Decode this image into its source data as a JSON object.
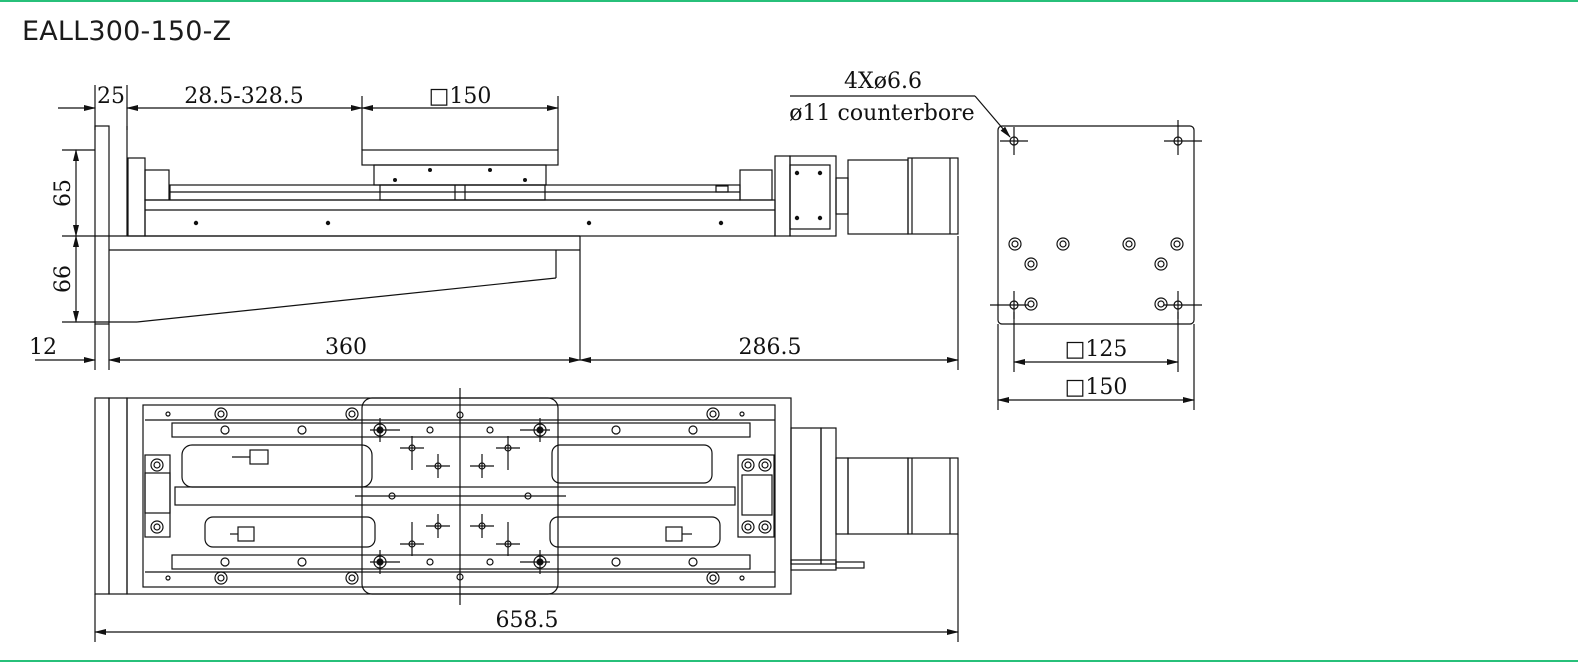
{
  "title": "EALL300-150-Z",
  "colors": {
    "accent_rule": "#27c07a",
    "ink": "#111111"
  },
  "dimensions": {
    "d25": "25",
    "stroke_range": "28.5-328.5",
    "table_square": "□150",
    "h65": "65",
    "h66": "66",
    "d12": "12",
    "d360": "360",
    "d286": "286.5",
    "total_length": "658.5",
    "hole_spec": "4Xø6.6",
    "counterbore": "ø11 counterbore",
    "hole_pattern": "□125",
    "plate_square": "□150"
  }
}
